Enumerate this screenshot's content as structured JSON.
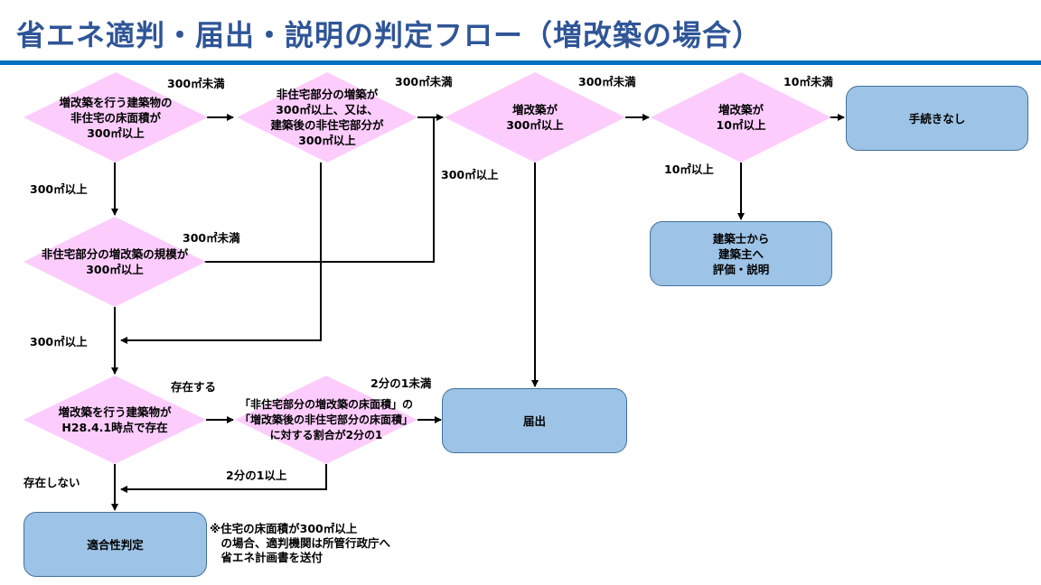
{
  "title": "省エネ適判・届出・説明の判定フロー（増改築の場合）",
  "colors": {
    "title": "#2f5597",
    "rule": "#0070c0",
    "diamond_fill": "#fccdfc",
    "box_fill": "#9dc3e6",
    "box_border": "#41719c"
  },
  "decisions": {
    "d1": "増改築を行う建築物の\n非住宅の床面積が\n300㎡以上",
    "d2": "非住宅部分の増築が\n300㎡以上、又は、\n建築後の非住宅部分が\n300㎡以上",
    "d3": "増改築が\n300㎡以上",
    "d4": "増改築が\n10㎡以上",
    "d5": "非住宅部分の増改築の規模が\n300㎡以上",
    "d6": "増改築を行う建築物が\nH28.4.1時点で存在",
    "d7": "「非住宅部分の増改築の床面積」の\n「増改築後の非住宅部分の床面積」\nに対する割合が2分の1"
  },
  "outcomes": {
    "no_procedure": "手続きなし",
    "explanation": "建築士から\n建築主へ\n評価・説明",
    "notification": "届出",
    "conformity": "適合性判定"
  },
  "edge_labels": {
    "d1_no": "300㎡未満",
    "d2_no": "300㎡未満",
    "d3_no": "300㎡未満",
    "d4_no": "10㎡未満",
    "d1_yes": "300㎡以上",
    "d3_yes": "300㎡以上",
    "d4_yes": "10㎡以上",
    "d5_no": "300㎡未満",
    "d5_yes": "300㎡以上",
    "d6_yes": "存在する",
    "d6_no": "存在しない",
    "d7_no": "2分の1未満",
    "d7_yes": "2分の1以上"
  },
  "note": "※住宅の床面積が300㎡以上\n　の場合、適判機関は所管行政庁へ\n　省エネ計画書を送付"
}
